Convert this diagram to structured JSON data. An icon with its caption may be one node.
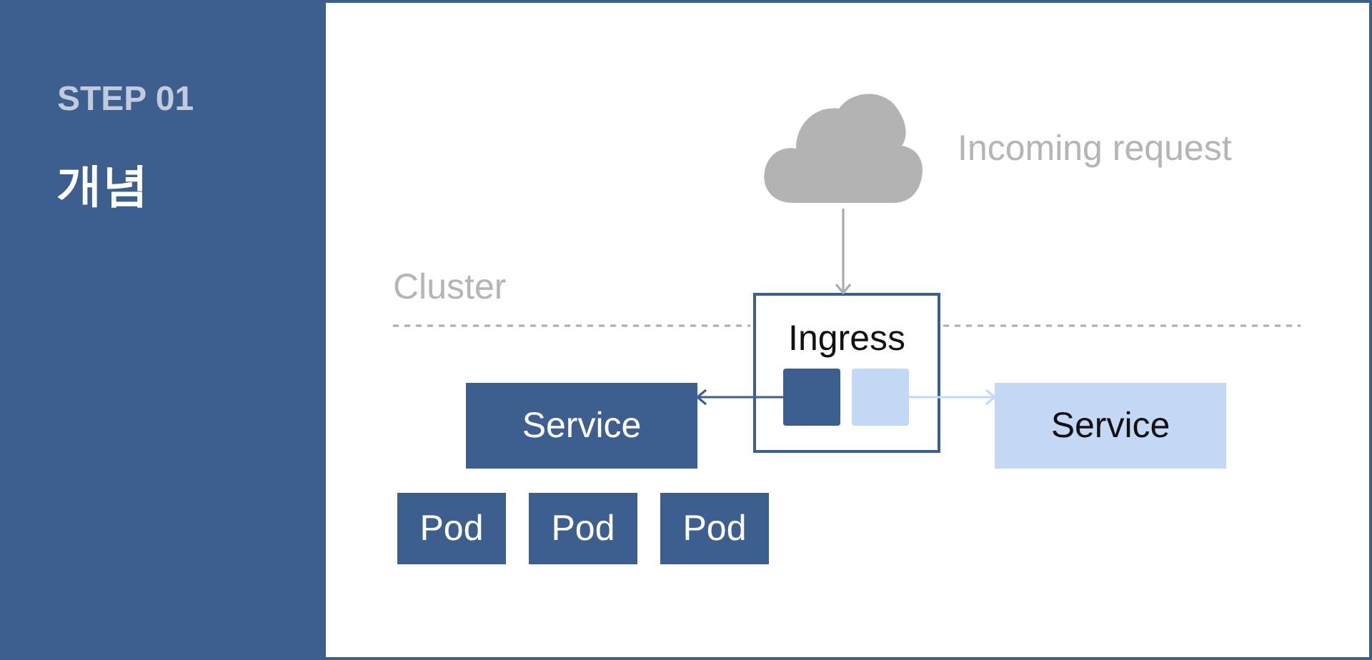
{
  "diagram": {
    "nodes": [
      {
        "text": [],
        "shape": "cloud",
        "beside": [
          "Incoming request"
        ]
      },
      {
        "text": [
          "Ingress"
        ]
      },
      {
        "text": [],
        "shape": "box",
        "in": 1
      },
      {
        "text": [],
        "shape": "box",
        "in": 1
      },
      {
        "text": [
          "Service"
        ]
      },
      {
        "text": [
          "Service"
        ]
      },
      {
        "text": [
          "Pod"
        ]
      },
      {
        "text": [
          "Pod"
        ]
      },
      {
        "text": [
          "Pod"
        ]
      }
    ],
    "edges": [
      {
        "from": 0,
        "to": 1,
        "arrow": "to",
        "color": "#aaaaaa"
      },
      {
        "from": 2,
        "to": 4,
        "arrow": "to",
        "color": "#3d5f8f"
      },
      {
        "from": 3,
        "to": 5,
        "arrow": "to",
        "color": "#c4d9f5"
      }
    ],
    "labels": [
      "STEP 01",
      "개념",
      "Cluster"
    ]
  }
}
